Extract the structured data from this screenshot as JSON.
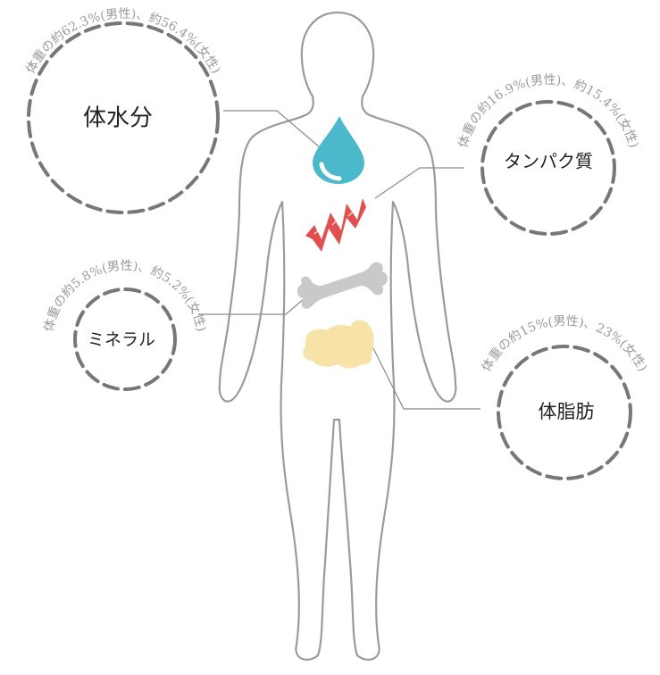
{
  "components": [
    {
      "id": "water",
      "label": "体水分",
      "caption": "体重の約62.3%(男性)、約56.4%(女性)"
    },
    {
      "id": "protein",
      "label": "タンパク質",
      "caption": "体重の約16.9%(男性)、約15.4%(女性)"
    },
    {
      "id": "mineral",
      "label": "ミネラル",
      "caption": "体重の約5.8%(男性)、約5.2%(女性)"
    },
    {
      "id": "fat",
      "label": "体脂肪",
      "caption": "体重の約15%(男性)、23%(女性)"
    }
  ],
  "colors": {
    "water": "#4bb8cc",
    "protein": "#e0504f",
    "bone": "#c9c9c9",
    "fat": "#f7e3a8",
    "ring": "#777777",
    "body": "#9b9b9b"
  },
  "icons": [
    "water-drop-icon",
    "protein-helix-icon",
    "bone-icon",
    "fat-blob-icon",
    "human-body-icon"
  ]
}
